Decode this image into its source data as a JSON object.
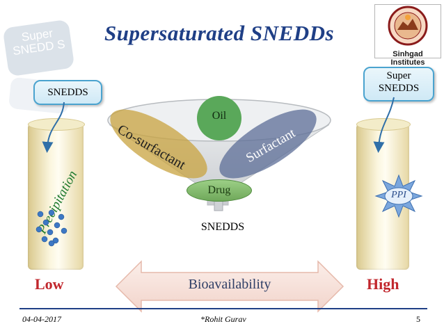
{
  "slide": {
    "title": "Supersaturated SNEDDs",
    "watermark_text": "Super SNEDD S",
    "logo_caption": "Sinhgad Institutes",
    "left_bubble": "SNEDDS",
    "right_bubble_line1": "Super",
    "right_bubble_line2": "SNEDDS",
    "funnel": {
      "oil": "Oil",
      "cosurfactant": "Co-surfactant",
      "surfactant": "Surfactant",
      "drug": "Drug",
      "output_label": "SNEDDS"
    },
    "left_tube_text": "Precipitation",
    "ppi_label": "PPI",
    "low_label": "Low",
    "high_label": "High",
    "bioavailability_label": "Bioavailability",
    "footer": {
      "date": "04-04-2017",
      "author": "*Rohit Gurav",
      "page_number": "5"
    }
  },
  "colors": {
    "title": "#1f3f86",
    "oil": "#5aa85a",
    "cosurfactant": "#c8a33f",
    "surfactant": "#5c6e97",
    "drug": "#7fb36a",
    "accent_red": "#c1272d",
    "dots": "#3d78c4"
  },
  "icons": [
    "precipitate-dots",
    "ppi-star-icon",
    "sinhgad-logo"
  ]
}
